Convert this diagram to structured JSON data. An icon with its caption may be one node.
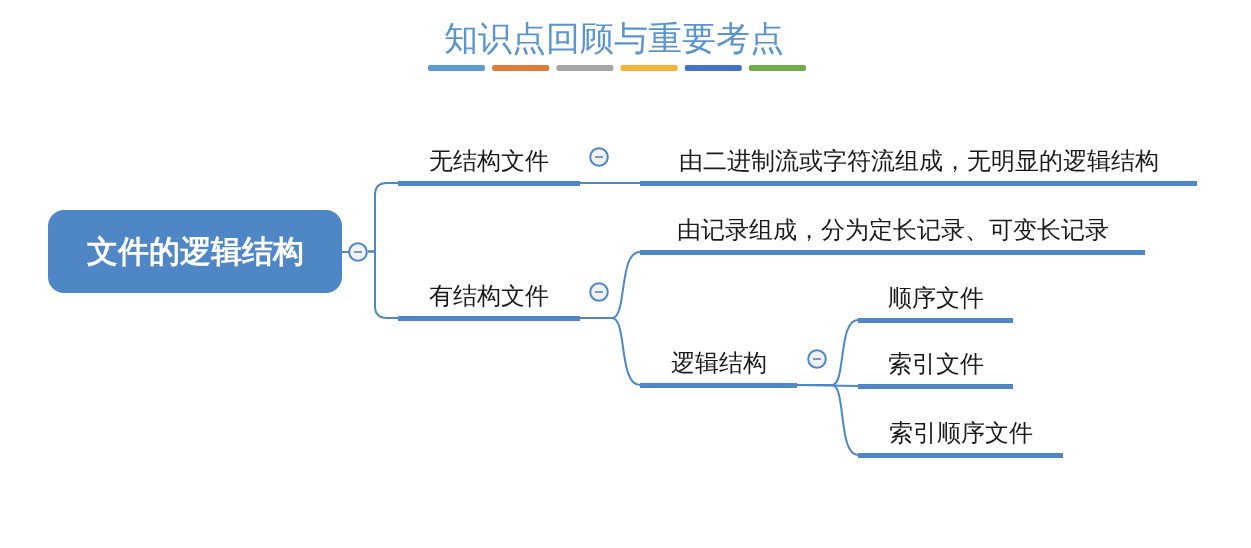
{
  "diagram": {
    "title": "知识点回顾与重要考点",
    "nodes": [
      {
        "text": [
          "文件的逻辑结构"
        ]
      },
      {
        "text": [
          "无结构文件"
        ]
      },
      {
        "text": [
          "由二进制流或字符流组成，无明显的逻辑结构"
        ]
      },
      {
        "text": [
          "有结构文件"
        ]
      },
      {
        "text": [
          "由记录组成，分为定长记录、可变长记录"
        ]
      },
      {
        "text": [
          "逻辑结构"
        ]
      },
      {
        "text": [
          "顺序文件"
        ]
      },
      {
        "text": [
          "索引文件"
        ]
      },
      {
        "text": [
          "索引顺序文件"
        ]
      }
    ],
    "edges": [
      {
        "from": 0,
        "to": 1,
        "arrow": "none"
      },
      {
        "from": 0,
        "to": 3,
        "arrow": "none"
      },
      {
        "from": 1,
        "to": 2,
        "arrow": "none"
      },
      {
        "from": 3,
        "to": 4,
        "arrow": "none"
      },
      {
        "from": 3,
        "to": 5,
        "arrow": "none"
      },
      {
        "from": 5,
        "to": 6,
        "arrow": "none"
      },
      {
        "from": 5,
        "to": 7,
        "arrow": "none"
      },
      {
        "from": 5,
        "to": 8,
        "arrow": "none"
      }
    ]
  }
}
